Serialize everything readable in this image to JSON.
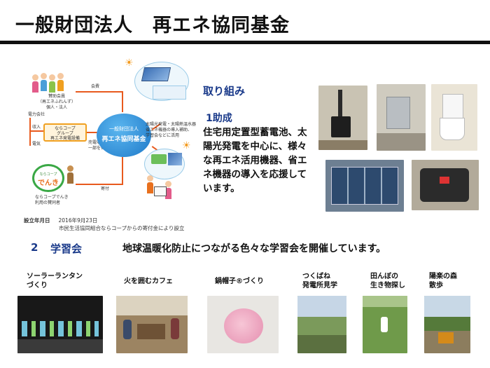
{
  "title": "一般財団法人　再エネ協同基金",
  "diagram": {
    "center_line1": "一般財団法人",
    "center_line2": "再エネ協同基金",
    "members_label": "賛助会員\n（再エネふれんず）\n個人・法人",
    "fee_label": "会費",
    "power_plant_label": "電力会社",
    "income_label": "収入",
    "electricity_label": "電気",
    "group_label": "ならコープ\nグループ\n再エネ発電設備",
    "surplus_label": "売電収益の\n一部を寄付",
    "denki_small": "ならコープ",
    "denki_big": "でんき",
    "denki_users": "ならコープでんき\n利用の賛同者",
    "donation_label": "寄付",
    "support_note": "太陽光発電・太陽熱温水器\n省エネ機器の導入補助、\n学習会などに活用"
  },
  "setup": {
    "label": "設立年月日",
    "date": "2016年9月23日",
    "note": "市民生活協同組合ならコープからの寄付金により設立"
  },
  "section1": {
    "heading": "取り組み",
    "item_title": "1助成",
    "item_body": "住宅用定置型蓄電池、太陽光発電を中心に、様々な再エネ活用機器、省エネ機器の導入を応援しています。"
  },
  "section2": {
    "number": "2",
    "label": "学習会",
    "description": "地球温暖化防止につながる色々な学習会を開催しています。",
    "events": [
      {
        "label": "ソーラーランタン\nづくり"
      },
      {
        "label": "火を囲むカフェ"
      },
      {
        "label": "鍋帽子®づくり"
      },
      {
        "label": "つくばね\n発電所見学"
      },
      {
        "label": "田んぼの\n生き物探し"
      },
      {
        "label": "陽楽の森\n散歩"
      }
    ]
  },
  "colors": {
    "accent_blue": "#1a3a8a",
    "arrow_orange": "#e85a1e",
    "circle_blue": "#1d78c8",
    "denki_green": "#3aa845"
  }
}
